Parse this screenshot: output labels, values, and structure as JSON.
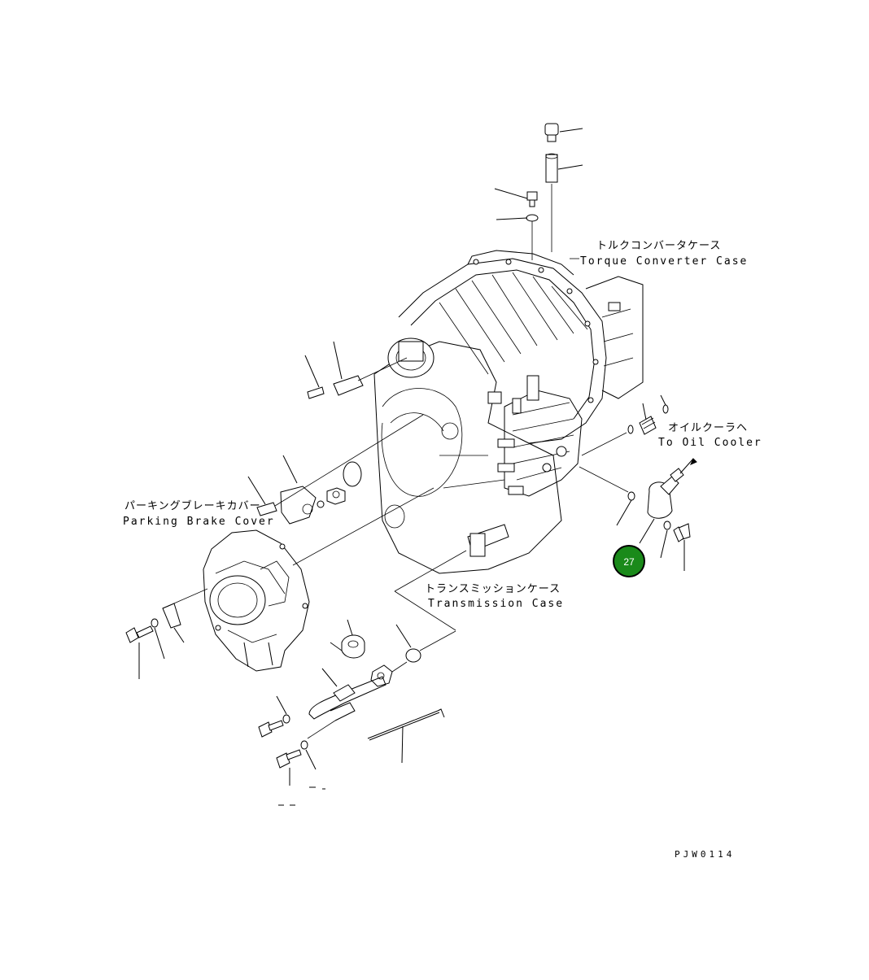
{
  "labels": {
    "torque_converter_case_jp": "トルクコンバータケース",
    "torque_converter_case_en": "Torque Converter Case",
    "to_oil_cooler_jp": "オイルクーラヘ",
    "to_oil_cooler_en": "To Oil Cooler",
    "parking_brake_cover_jp": "パーキングブレーキカバー",
    "parking_brake_cover_en": "Parking Brake Cover",
    "transmission_case_jp": "トランスミッションケース",
    "transmission_case_en": "Transmission Case"
  },
  "callout": {
    "number": "27",
    "color": "#1a8a1a"
  },
  "drawing_code": "PJW0114"
}
